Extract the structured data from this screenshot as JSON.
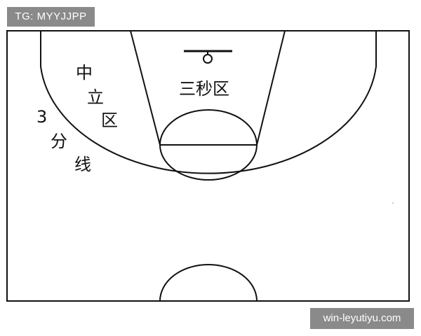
{
  "watermarks": {
    "top_left": "TG: MYYJJPP",
    "bottom_right": "win-leyutiyu.com"
  },
  "labels": {
    "three_second": "三秒区",
    "neutral_1": "中",
    "neutral_2": "立",
    "neutral_3": "区",
    "three_pt_1": "3",
    "three_pt_2": "分",
    "three_pt_3": "线"
  },
  "colors": {
    "line": "#111111",
    "background": "#ffffff",
    "watermark_bg": "#8a8a8a"
  }
}
